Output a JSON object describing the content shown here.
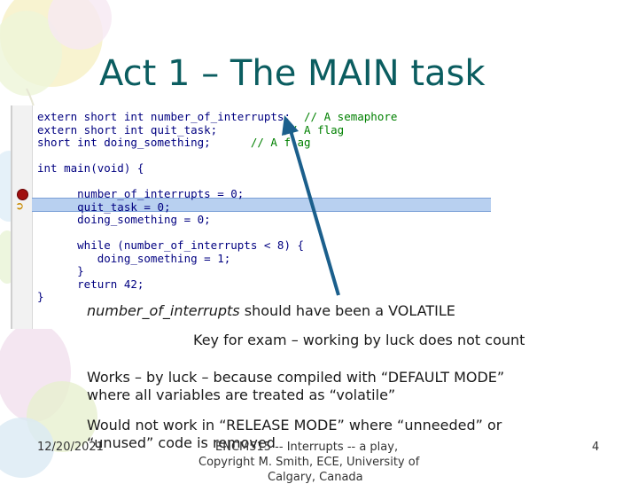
{
  "slide": {
    "title": "Act 1 – The MAIN task",
    "code_lines": [
      {
        "code": "extern short int number_of_interrupts;",
        "comment": "  // A semaphore"
      },
      {
        "code": "extern short int quit_task;",
        "comment": "          // A flag"
      },
      {
        "code": "short int doing_something;",
        "comment": "      // A flag"
      },
      {
        "code": "",
        "comment": ""
      },
      {
        "code": "int main(void) {",
        "comment": ""
      },
      {
        "code": "",
        "comment": ""
      },
      {
        "code": "      number_of_interrupts = 0;",
        "comment": ""
      },
      {
        "code": "      quit_task = 0;",
        "comment": ""
      },
      {
        "code": "      doing_something = 0;",
        "comment": ""
      },
      {
        "code": "",
        "comment": ""
      },
      {
        "code": "      while (number_of_interrupts < 8) {",
        "comment": ""
      },
      {
        "code": "         doing_something = 1;",
        "comment": ""
      },
      {
        "code": "      }",
        "comment": ""
      },
      {
        "code": "      return 42;",
        "comment": ""
      },
      {
        "code": "}",
        "comment": ""
      }
    ],
    "note_var": "number_of_interrupts",
    "note_rest": " should have been  a VOLATILE",
    "key_note": "Key for exam – working by luck does not count",
    "works_line1": "Works – by luck – because compiled with “DEFAULT MODE”",
    "works_line2": "where all variables are treated as “volatile”",
    "would_line1": "Would not work in “RELEASE MODE” where “unneeded” or",
    "would_line2": "“unused” code is removed"
  },
  "footer": {
    "date": "12/20/2021",
    "credit_line1": "ENCM515 -- Interrupts -- a play,",
    "credit_line2": "Copyright M. Smith, ECE, University of",
    "credit_line3": "Calgary, Canada",
    "page_number": "4"
  },
  "colors": {
    "title": "#0b5d60",
    "code_keyword": "#000080",
    "code_comment": "#008000",
    "highlight": "#b8d0f0",
    "arrow": "#1b5f8c"
  },
  "icons": [
    "breakpoint-icon",
    "execution-pointer-icon"
  ]
}
